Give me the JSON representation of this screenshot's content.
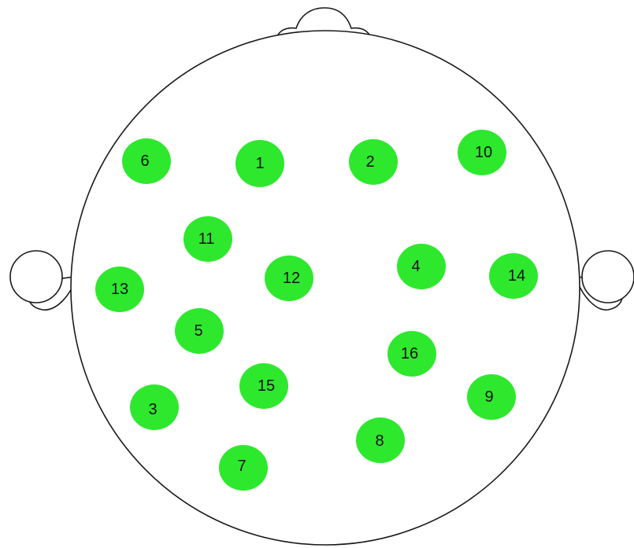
{
  "colors": {
    "electrode_fill": "#2ee82e",
    "outline": "#1a1a1a",
    "label": "#111111"
  },
  "electrodes": [
    {
      "label": "1"
    },
    {
      "label": "2"
    },
    {
      "label": "3"
    },
    {
      "label": "4"
    },
    {
      "label": "5"
    },
    {
      "label": "6"
    },
    {
      "label": "7"
    },
    {
      "label": "8"
    },
    {
      "label": "9"
    },
    {
      "label": "10"
    },
    {
      "label": "11"
    },
    {
      "label": "12"
    },
    {
      "label": "13"
    },
    {
      "label": "14"
    },
    {
      "label": "15"
    },
    {
      "label": "16"
    }
  ]
}
